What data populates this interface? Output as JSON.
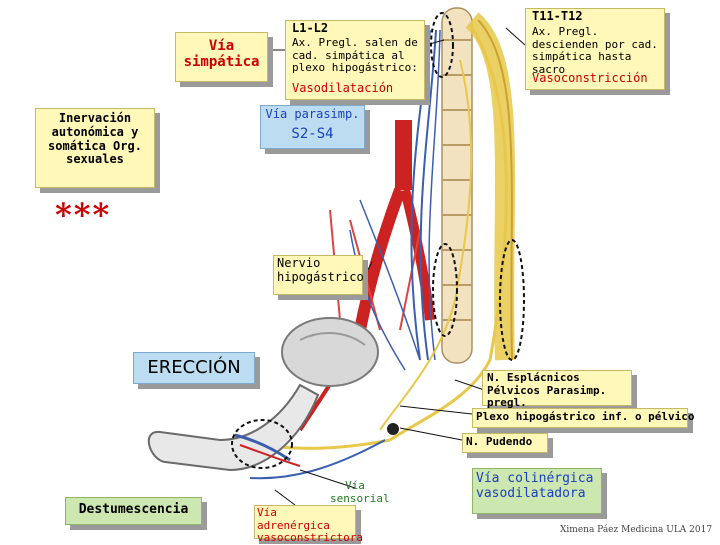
{
  "labels": {
    "via_simpatica": "Vía simpática",
    "l1_l2": {
      "title": "L1-L2",
      "body": "Ax. Pregl. salen de cad. simpática al plexo hipogástrico:",
      "effect": "Vasodilatación"
    },
    "t11_t12": {
      "title": "T11-T12",
      "body": "Ax. Pregl. descienden por cad. simpática hasta sacro",
      "effect": "Vasoconstricción"
    },
    "inervacion": "Inervación autonómica y somática Org. sexuales",
    "asterisks": "***",
    "via_parasimp": {
      "title": "Vía parasimp.",
      "level": "S2-S4"
    },
    "nervio_hipogastrico": "Nervio hipogástrico",
    "ereccion": "ERECCIÓN",
    "nervios_esplacnicos": "N. Esplácnicos Pélvicos Parasimp. pregl.",
    "plexo_hipogastrico_inf": "Plexo hipogástrico inf. o pélvico",
    "n_pudendo": "N. Pudendo",
    "via_sensorial": "Vía sensorial",
    "via_adrenergica": "Vía adrenérgica vasoconstrictora",
    "destumescencia": "Destumescencia",
    "via_colinergica": "Vía colinérgica vasodilatadora",
    "credit": "Ximena Páez Medicina ULA 2017"
  },
  "colors": {
    "yellow_box": "#fff8b8",
    "blue_box": "#bcdcf2",
    "green_box": "#cde7b0",
    "red_text": "#cc0000",
    "blue_text": "#1a3fbf",
    "nerve_yellow": "#e8c84a",
    "nerve_blue": "#3b5fae",
    "artery_red": "#cc2222"
  }
}
